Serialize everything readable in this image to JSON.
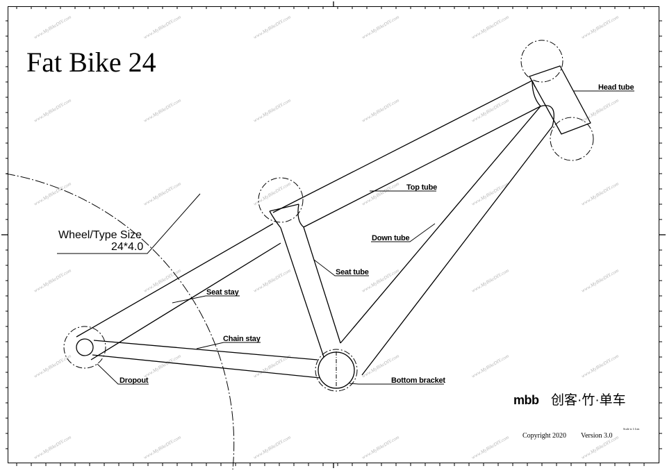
{
  "title": "Fat Bike 24",
  "wheel_size": {
    "label": "Wheel/Type Size",
    "value": "24*4.0"
  },
  "parts": {
    "head_tube": "Head tube",
    "top_tube": "Top tube",
    "down_tube": "Down tube",
    "seat_tube": "Seat tube",
    "seat_stay": "Seat stay",
    "chain_stay": "Chain stay",
    "dropout": "Dropout",
    "bottom_bracket": "Bottom bracket"
  },
  "brand": {
    "logo_text": "mbb",
    "chinese_name": "创客·竹·单车"
  },
  "footer": {
    "copyright": "Copyright  2020",
    "version": "Version  3.0",
    "scale_note": "Scale is 1:1cm"
  },
  "watermark": "www.MyBikeDIY.com",
  "colors": {
    "line": "#000000",
    "watermark": "#b5b5b5",
    "background": "#ffffff"
  }
}
